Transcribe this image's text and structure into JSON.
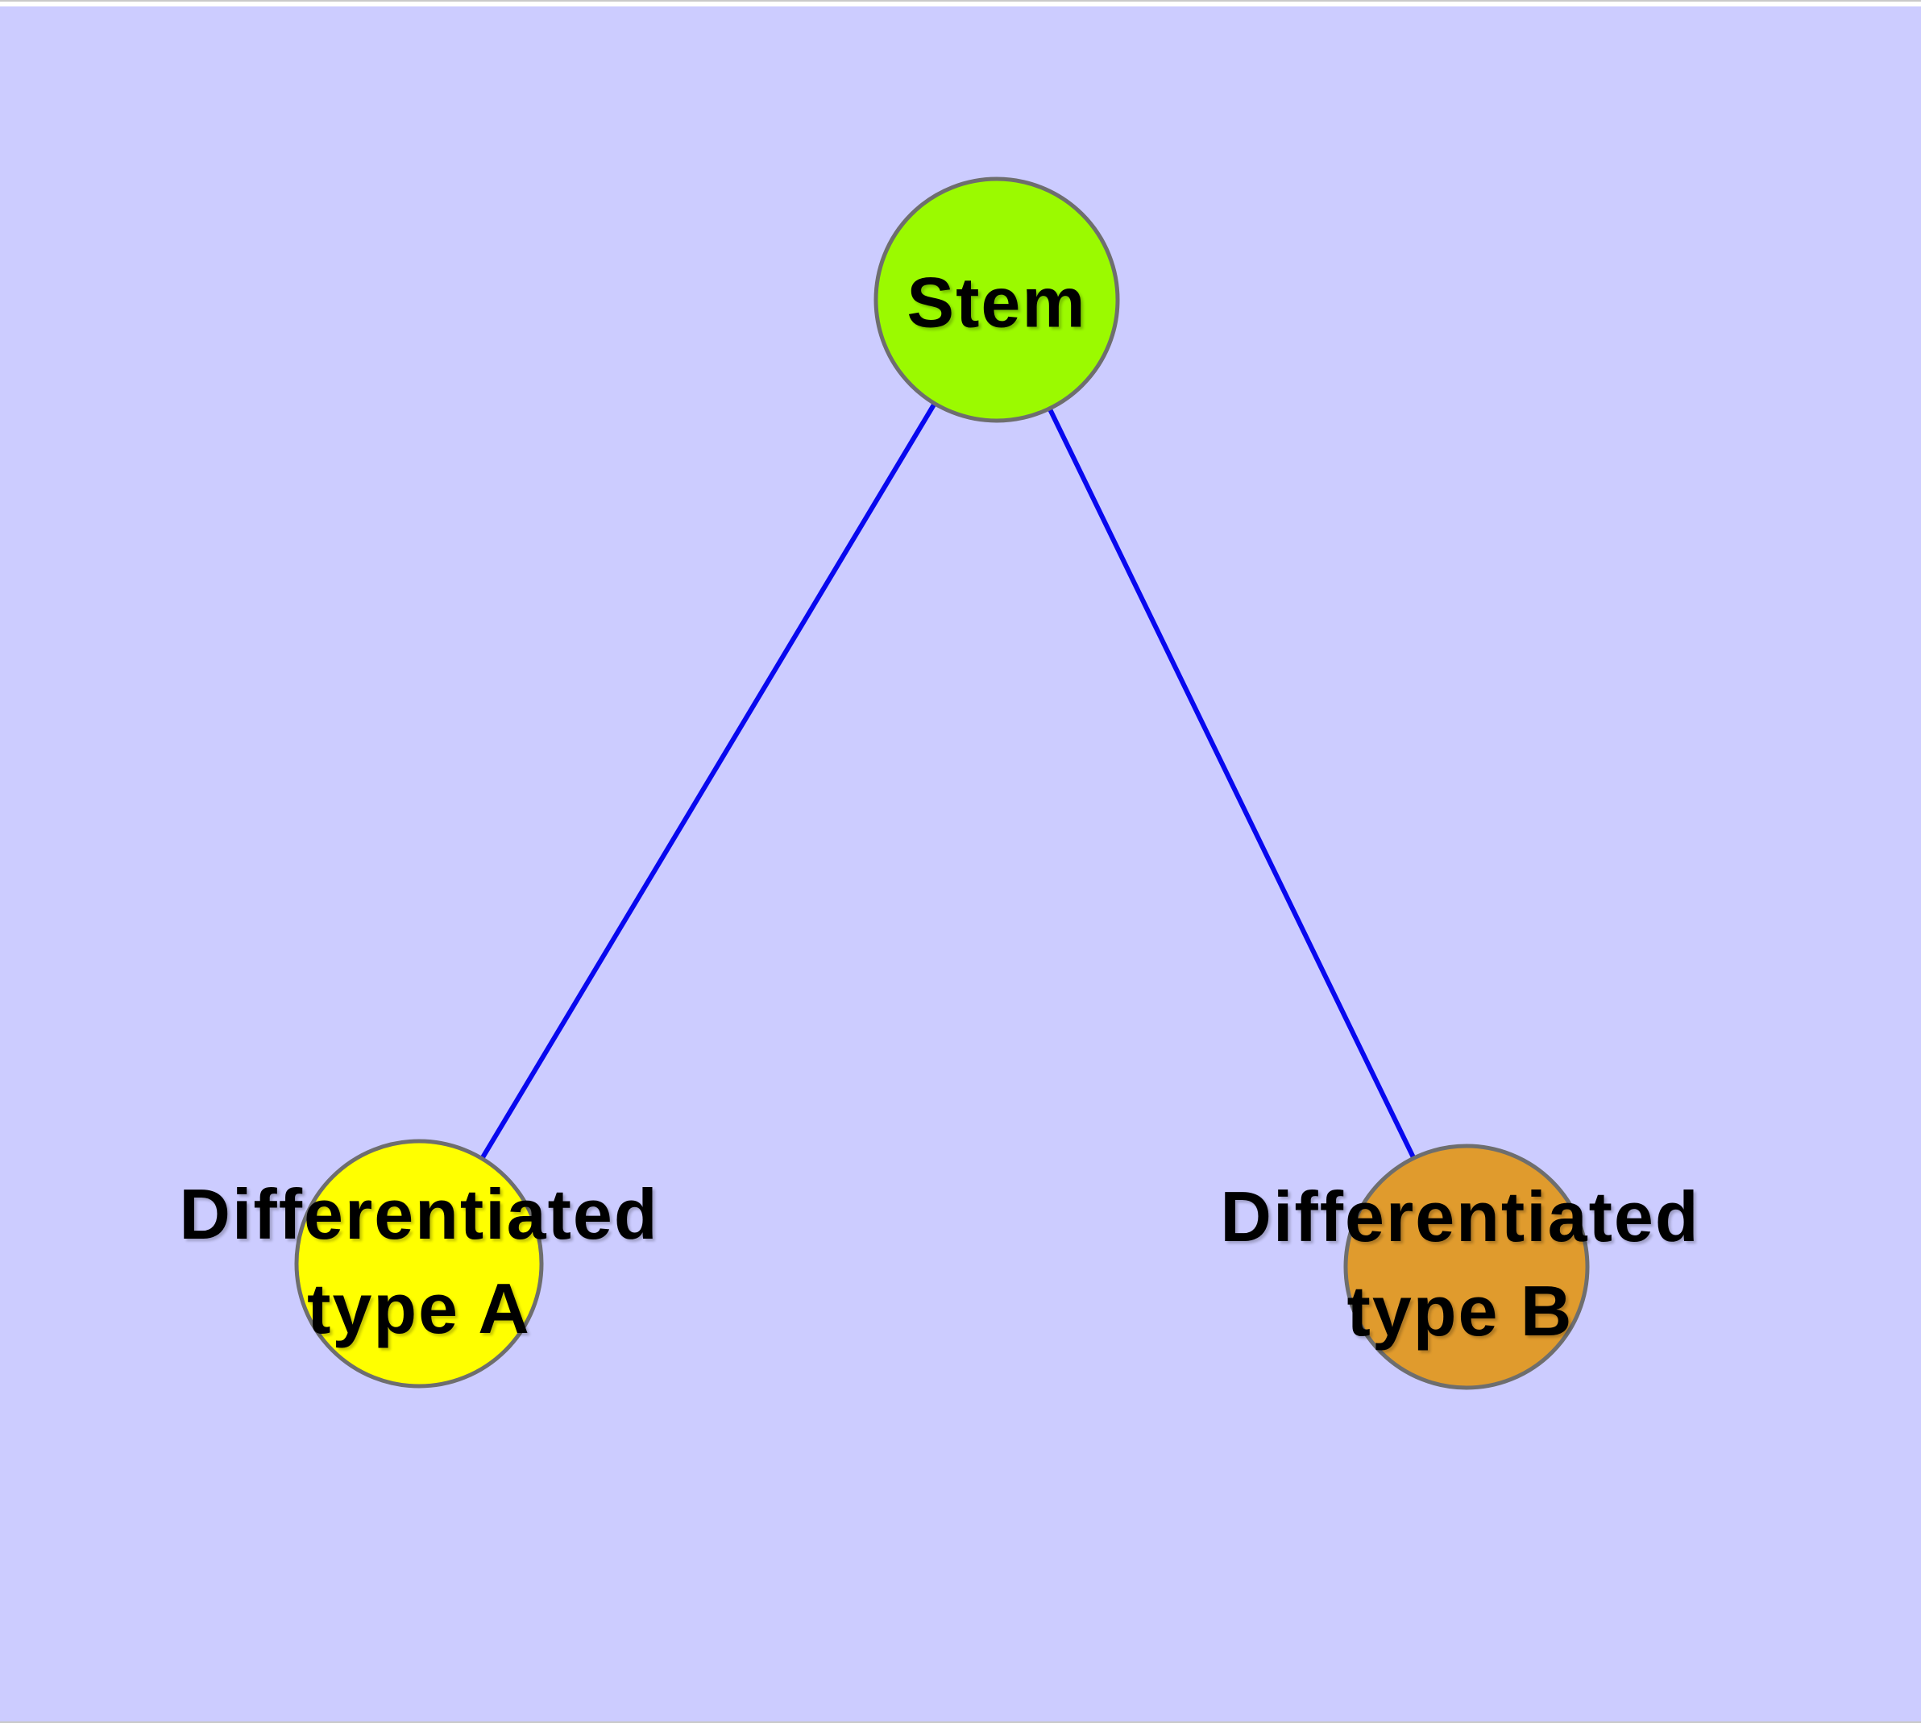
{
  "figure": {
    "background_color": "#CCCCFF",
    "frame_line_color": "#C9C9C9",
    "margin_color": "#FFFFFF"
  },
  "graph": {
    "edge_color": "#0808EF",
    "node_border_color": "#6E6E6E",
    "label_color": "#000000",
    "nodes": [
      {
        "name": "stem",
        "label": "Stem",
        "fill_color": "#9BFA00"
      },
      {
        "name": "differentiated-type-a",
        "label": "Differentiated type A",
        "label_lines": [
          "Differentiated",
          "type A"
        ],
        "fill_color": "#FFFF00"
      },
      {
        "name": "differentiated-type-b",
        "label": "Differentiated type B",
        "label_lines": [
          "Differentiated",
          "type B"
        ],
        "fill_color": "#E09B2D"
      }
    ],
    "edges": [
      {
        "from": "Stem",
        "to": "Differentiated type A"
      },
      {
        "from": "Stem",
        "to": "Differentiated type B"
      }
    ]
  }
}
